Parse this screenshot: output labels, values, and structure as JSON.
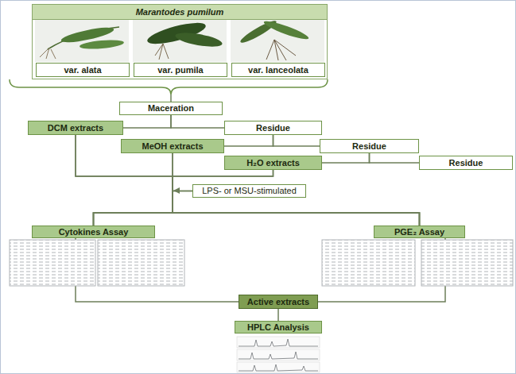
{
  "diagram": {
    "nodes": [
      {
        "text": [
          "Marantodes pumilum"
        ]
      },
      {
        "text": [
          "var. alata"
        ],
        "in": 0
      },
      {
        "text": [
          "var. pumila"
        ],
        "in": 0
      },
      {
        "text": [
          "var. lanceolata"
        ],
        "in": 0
      },
      {
        "text": [
          "Maceration"
        ]
      },
      {
        "text": [
          "DCM extracts"
        ]
      },
      {
        "text": [
          "Residue"
        ]
      },
      {
        "text": [
          "MeOH extracts"
        ]
      },
      {
        "text": [
          "Residue"
        ]
      },
      {
        "text": [
          "H₂O extracts"
        ]
      },
      {
        "text": [
          "Residue"
        ]
      },
      {
        "text": [
          "LPS- or MSU-stimulated"
        ]
      },
      {
        "text": [
          "Cytokines Assay"
        ]
      },
      {
        "text": [
          "PGE₂ Assay"
        ]
      },
      {
        "text": [
          "Active extracts"
        ]
      },
      {
        "text": [
          "HPLC Analysis"
        ]
      }
    ],
    "edges": [
      {
        "from": 0,
        "to": 4,
        "arrow": "none"
      },
      {
        "from": 4,
        "to": 5,
        "arrow": "none"
      },
      {
        "from": 4,
        "to": 6,
        "arrow": "none"
      },
      {
        "from": 6,
        "to": 7,
        "arrow": "none"
      },
      {
        "from": 6,
        "to": 8,
        "arrow": "none"
      },
      {
        "from": 8,
        "to": 9,
        "arrow": "none"
      },
      {
        "from": 8,
        "to": 10,
        "arrow": "none"
      },
      {
        "from": 5,
        "to": 12,
        "arrow": "none"
      },
      {
        "from": 5,
        "to": 13,
        "arrow": "none"
      },
      {
        "from": 7,
        "to": 12,
        "arrow": "none"
      },
      {
        "from": 7,
        "to": 13,
        "arrow": "none"
      },
      {
        "from": 9,
        "to": 12,
        "arrow": "none"
      },
      {
        "from": 9,
        "to": 13,
        "arrow": "none"
      },
      {
        "from": 11,
        "to": 12,
        "arrow": "none"
      },
      {
        "from": 11,
        "to": 13,
        "arrow": "none"
      },
      {
        "from": 12,
        "to": 14,
        "arrow": "none"
      },
      {
        "from": 13,
        "to": 14,
        "arrow": "none"
      },
      {
        "from": 14,
        "to": 15,
        "arrow": "none"
      }
    ]
  }
}
